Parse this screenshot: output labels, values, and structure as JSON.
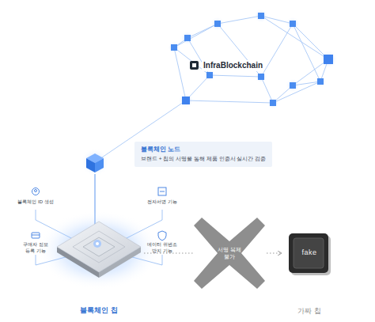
{
  "diagram": {
    "nodes": [
      {
        "text": [
          "블록체인 노드",
          "브랜드 + 칩의 서명을 통해 제품 인증서 실시간 검증"
        ]
      },
      {
        "text": [
          "블록체인 칩"
        ]
      },
      {
        "text": [
          "서명 복제 불가"
        ]
      },
      {
        "text": [
          "fake",
          "가짜 칩"
        ]
      }
    ],
    "edges": [
      {
        "from": 1,
        "to": 2,
        "arrow": "none"
      },
      {
        "from": 2,
        "to": 3,
        "arrow": "to"
      }
    ],
    "labels": [
      "InfraBlockchain",
      "블록체인 ID 생성",
      "전자서명 기능",
      "구매자 정보 등록 기능",
      "데이터 위변조 방지 기능"
    ]
  }
}
